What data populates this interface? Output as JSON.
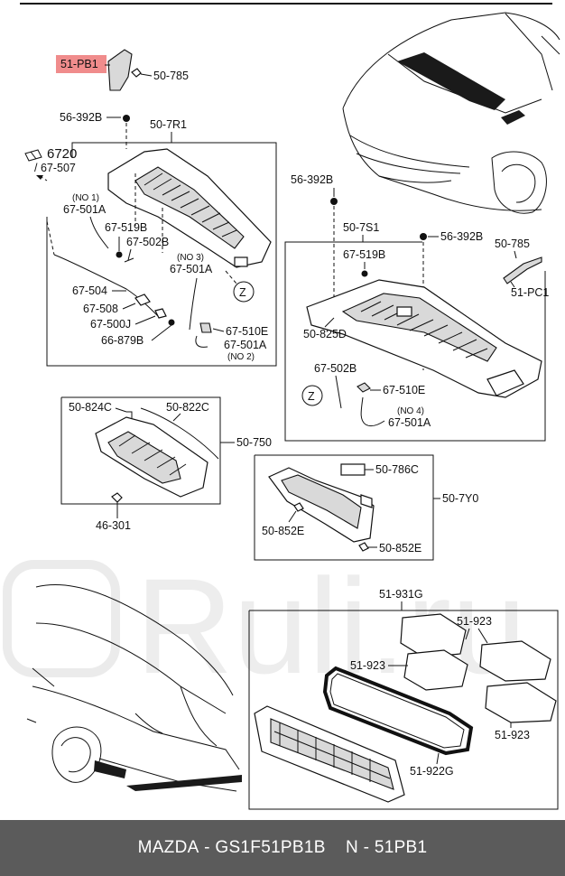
{
  "labels": {
    "pb1": "51-PB1",
    "l50_785a": "50-785",
    "l56_392b_a": "56-392B",
    "l50_7r1": "50-7R1",
    "l6720": "6720",
    "l67_507": "/ 67-507",
    "no1": "(NO 1)",
    "l67_501a_1": "67-501A",
    "l67_519b_1": "67-519B",
    "l67_502b_1": "67-502B",
    "no3": "(NO 3)",
    "l67_501a_3": "67-501A",
    "l67_504": "67-504",
    "l67_508": "67-508",
    "l67_500j": "67-500J",
    "l66_879b": "66-879B",
    "l67_510e_1": "67-510E",
    "l67_501a_2": "67-501A",
    "no2": "(NO 2)",
    "z1": "Z",
    "l56_392b_b": "56-392B",
    "l50_7s1": "50-7S1",
    "l56_392b_c": "56-392B",
    "l67_519b_2": "67-519B",
    "l50_785b": "50-785",
    "l51_pc1": "51-PC1",
    "l50_825d": "50-825D",
    "l67_502b_2": "67-502B",
    "z2": "Z",
    "l67_510e_2": "67-510E",
    "no4": "(NO 4)",
    "l67_501a_4": "67-501A",
    "l50_824c": "50-824C",
    "l50_822c": "50-822C",
    "l50_750": "50-750",
    "l46_301": "46-301",
    "l50_786c": "50-786C",
    "l50_7y0": "50-7Y0",
    "l50_852e_1": "50-852E",
    "l50_852e_2": "50-852E",
    "l51_931g": "51-931G",
    "l51_923_a": "51-923",
    "l51_923_b": "51-923",
    "l51_923_c": "51-923",
    "l51_922g": "51-922G"
  },
  "watermark": "Ruli.ru",
  "colors": {
    "highlight": "#f08c8c",
    "footer_bg": "#5b5b5b"
  },
  "footer": {
    "brand": "MAZDA",
    "separator": " - ",
    "part_number": "GS1F51PB1B",
    "gap": "    ",
    "ref": "N - 51PB1"
  }
}
